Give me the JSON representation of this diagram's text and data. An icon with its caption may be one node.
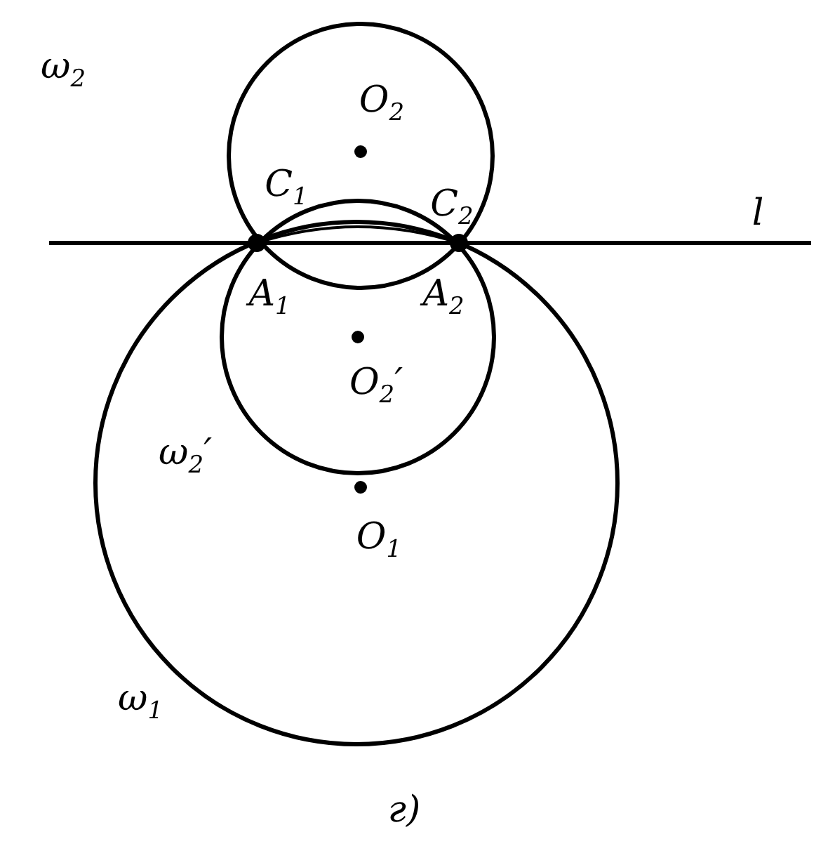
{
  "diagram": {
    "caption": "г)",
    "labels": [
      "ω$_{2}$",
      "O$_{2}$",
      "C$_{1}$",
      "C$_{2}$",
      "l",
      "A$_{1}$",
      "A$_{2}$",
      "O$_{2}$′",
      "ω$_{2}$′",
      "O$_{1}$",
      "ω$_{1}$"
    ]
  }
}
